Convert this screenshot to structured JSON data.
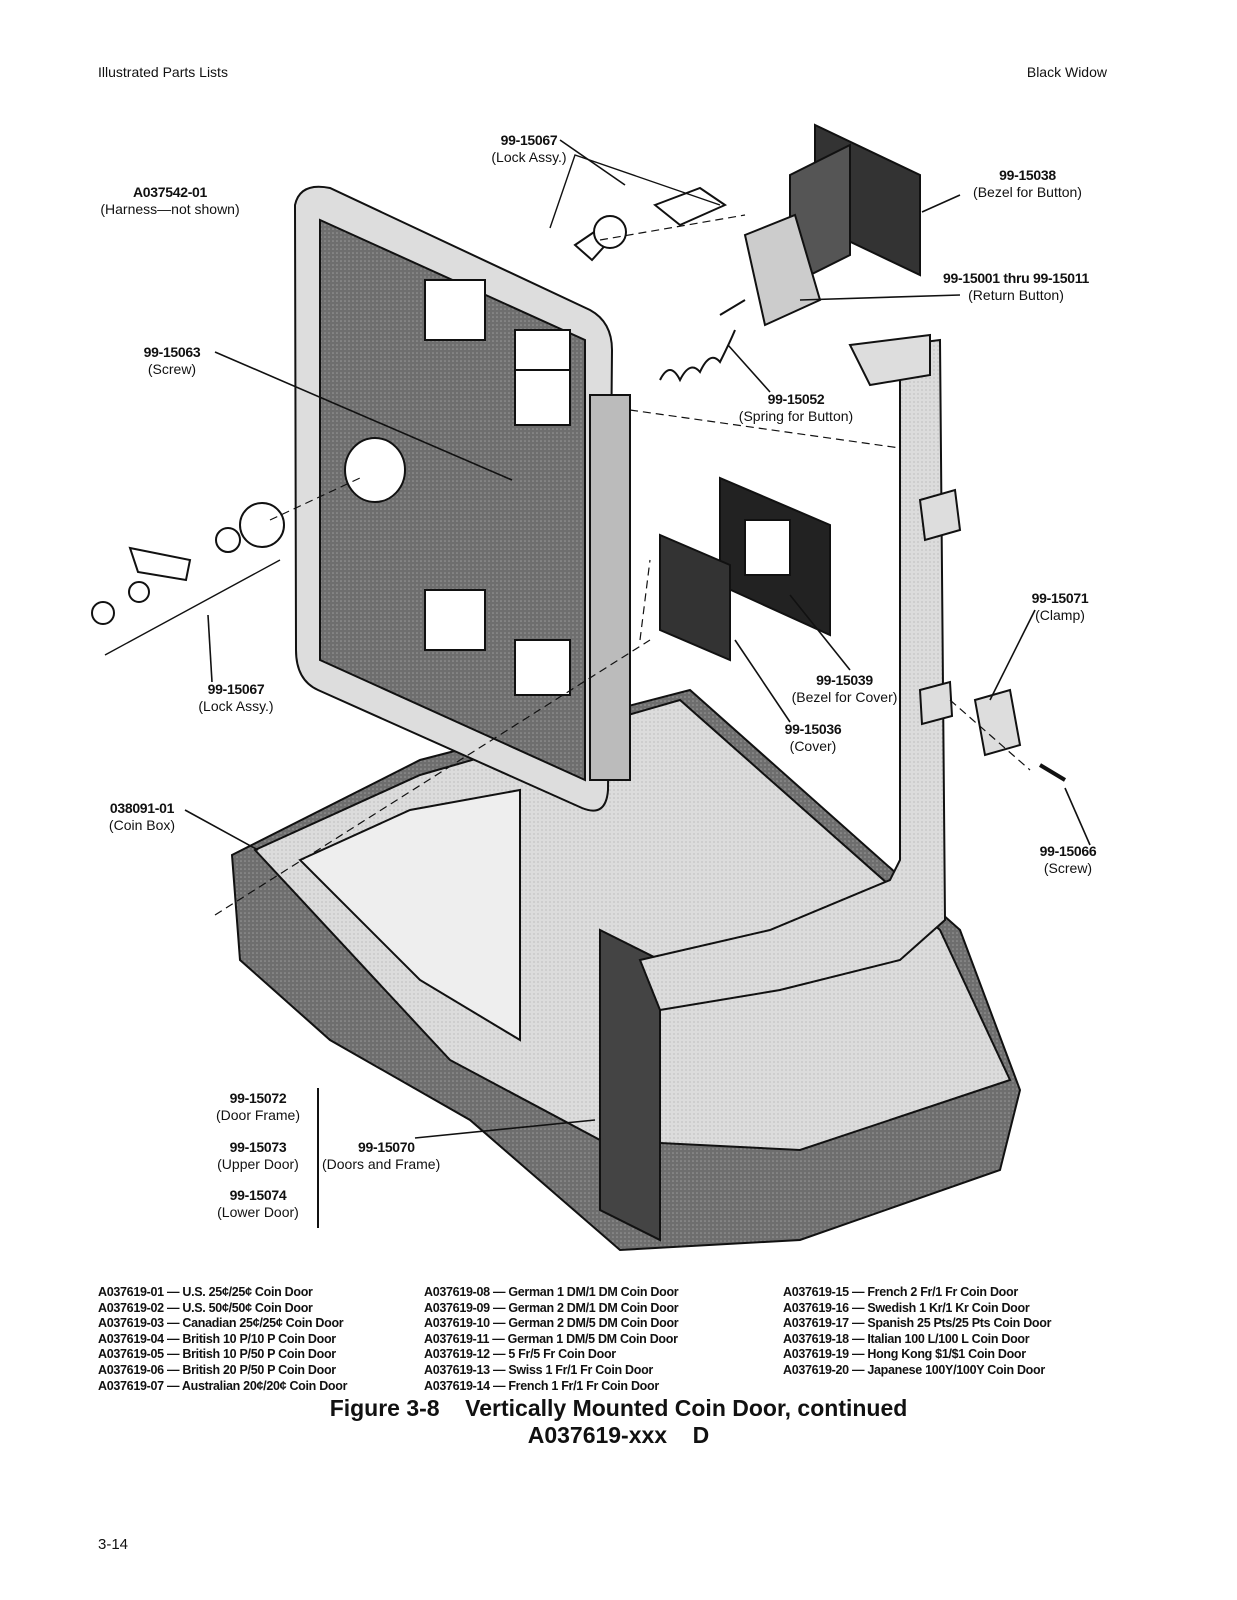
{
  "header": {
    "left": "Illustrated Parts Lists",
    "right": "Black Widow"
  },
  "callouts": {
    "lock_top": {
      "part": "99-15067",
      "desc": "(Lock Assy.)"
    },
    "harness": {
      "part": "A037542-01",
      "desc": "(Harness—not shown)"
    },
    "bezel_button": {
      "part": "99-15038",
      "desc": "(Bezel for Button)"
    },
    "return_button": {
      "part": "99-15001 thru 99-15011",
      "desc": "(Return Button)"
    },
    "screw_upper": {
      "part": "99-15063",
      "desc": "(Screw)"
    },
    "spring": {
      "part": "99-15052",
      "desc": "(Spring for Button)"
    },
    "clamp": {
      "part": "99-15071",
      "desc": "(Clamp)"
    },
    "lock_left": {
      "part": "99-15067",
      "desc": "(Lock Assy.)"
    },
    "bezel_cover": {
      "part": "99-15039",
      "desc": "(Bezel for Cover)"
    },
    "cover": {
      "part": "99-15036",
      "desc": "(Cover)"
    },
    "coin_box": {
      "part": "038091-01",
      "desc": "(Coin Box)"
    },
    "screw_lower": {
      "part": "99-15066",
      "desc": "(Screw)"
    },
    "door_frame": {
      "part": "99-15072",
      "desc": "(Door Frame)"
    },
    "upper_door": {
      "part": "99-15073",
      "desc": "(Upper Door)"
    },
    "lower_door": {
      "part": "99-15074",
      "desc": "(Lower Door)"
    },
    "doors_and_frame": {
      "part": "99-15070",
      "desc": "(Doors and Frame)"
    }
  },
  "parts_list": {
    "col1": [
      "A037619-01 — U.S. 25¢/25¢ Coin Door",
      "A037619-02 — U.S. 50¢/50¢ Coin Door",
      "A037619-03 — Canadian 25¢/25¢ Coin Door",
      "A037619-04 — British 10 P/10 P Coin Door",
      "A037619-05 — British 10 P/50 P Coin Door",
      "A037619-06 — British 20 P/50 P Coin Door",
      "A037619-07 — Australian 20¢/20¢ Coin Door"
    ],
    "col2": [
      "A037619-08 — German 1 DM/1 DM Coin Door",
      "A037619-09 — German 2 DM/1 DM Coin Door",
      "A037619-10 — German 2 DM/5 DM Coin Door",
      "A037619-11 — German 1 DM/5 DM Coin Door",
      "A037619-12 — 5 Fr/5 Fr Coin Door",
      "A037619-13 — Swiss 1 Fr/1 Fr Coin Door",
      "A037619-14 — French 1 Fr/1 Fr Coin Door"
    ],
    "col3": [
      "A037619-15 — French 2 Fr/1 Fr Coin Door",
      "A037619-16 — Swedish 1 Kr/1 Kr Coin Door",
      "A037619-17 — Spanish 25 Pts/25 Pts Coin Door",
      "A037619-18 — Italian 100 L/100 L Coin Door",
      "A037619-19 — Hong Kong $1/$1 Coin Door",
      "A037619-20 — Japanese 100Y/100Y Coin Door"
    ]
  },
  "caption": {
    "line1": "Figure 3-8    Vertically Mounted Coin Door, continued",
    "line2": "A037619-xxx    D"
  },
  "page_number": "3-14"
}
